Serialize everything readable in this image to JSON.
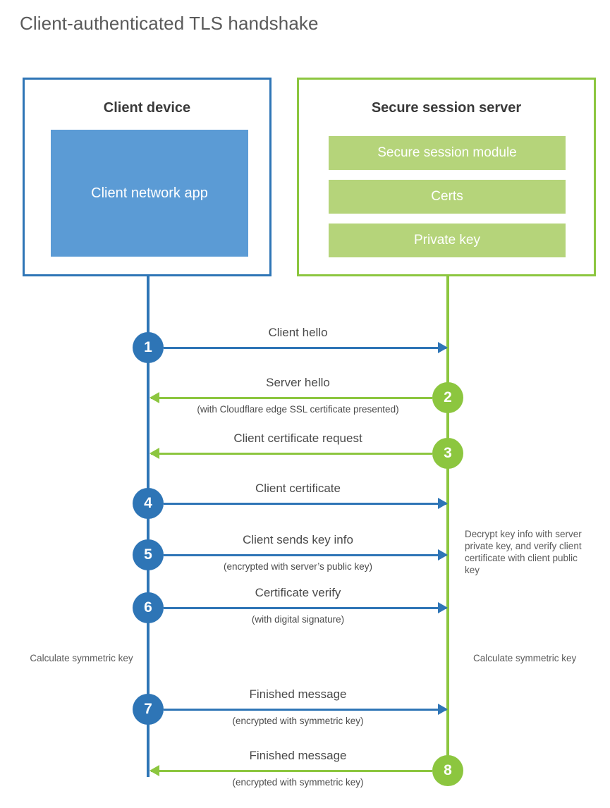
{
  "title": "Client-authenticated TLS handshake",
  "parties": {
    "client": {
      "title": "Client device",
      "app_label": "Client network app",
      "border_color": "#2e75b6",
      "fill_color": "#5b9bd5"
    },
    "server": {
      "title": "Secure session server",
      "border_color": "#8cc63f",
      "fill_color": "#b5d47a",
      "components": [
        "Secure session module",
        "Certs",
        "Private key"
      ]
    }
  },
  "steps": [
    {
      "number": "1",
      "label": "Client hello",
      "sublabel": "",
      "direction": "right",
      "color": "blue"
    },
    {
      "number": "2",
      "label": "Server hello",
      "sublabel": "(with Cloudflare edge SSL certificate presented)",
      "direction": "left",
      "color": "green"
    },
    {
      "number": "3",
      "label": "Client certificate request",
      "sublabel": "",
      "direction": "left",
      "color": "green"
    },
    {
      "number": "4",
      "label": "Client certificate",
      "sublabel": "",
      "direction": "right",
      "color": "blue"
    },
    {
      "number": "5",
      "label": "Client sends key info",
      "sublabel": "(encrypted with server’s public key)",
      "direction": "right",
      "color": "blue"
    },
    {
      "number": "6",
      "label": "Certificate verify",
      "sublabel": "(with digital signature)",
      "direction": "right",
      "color": "blue"
    },
    {
      "number": "7",
      "label": "Finished message",
      "sublabel": "(encrypted with symmetric key)",
      "direction": "right",
      "color": "blue"
    },
    {
      "number": "8",
      "label": "Finished message",
      "sublabel": "(encrypted with symmetric key)",
      "direction": "left",
      "color": "green"
    }
  ],
  "notes": {
    "server_decrypt": "Decrypt key info with server private key, and verify client certificate with client public key",
    "client_calculate": "Calculate symmetric key",
    "server_calculate": "Calculate symmetric key"
  }
}
